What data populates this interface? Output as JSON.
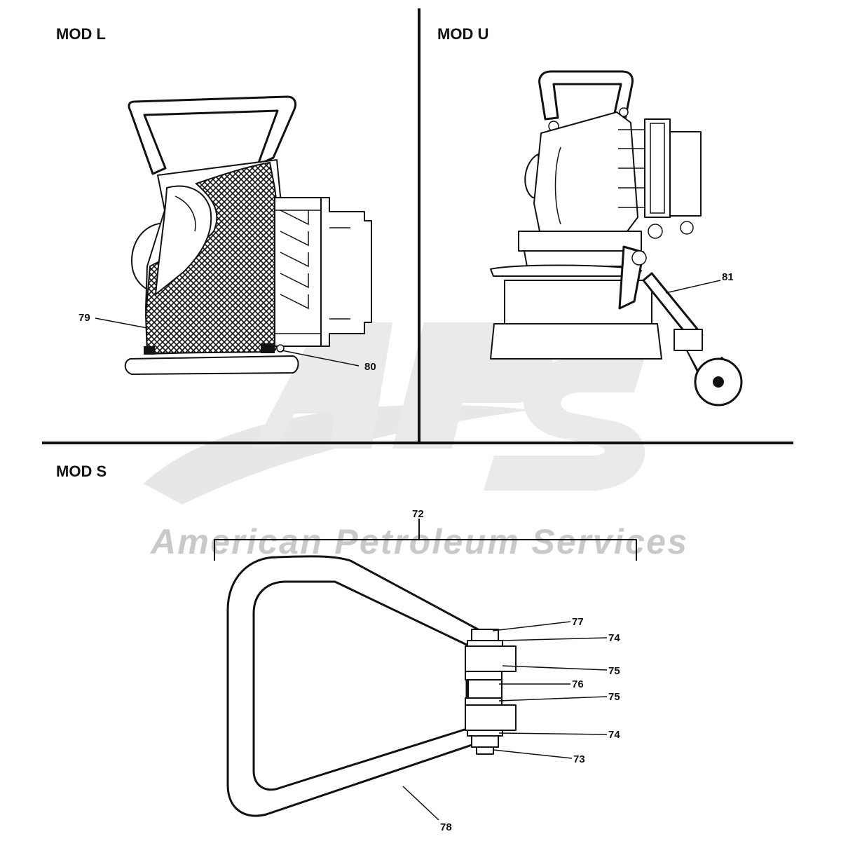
{
  "sections": {
    "mod_l": {
      "title": "MOD L"
    },
    "mod_u": {
      "title": "MOD U"
    },
    "mod_s": {
      "title": "MOD S"
    }
  },
  "callouts": {
    "c79": "79",
    "c80": "80",
    "c81": "81",
    "c72": "72",
    "c77": "77",
    "c74a": "74",
    "c75a": "75",
    "c76": "76",
    "c75b": "75",
    "c74b": "74",
    "c73": "73",
    "c78": "78"
  },
  "watermark": {
    "logo": "APS",
    "text": "American Petroleum Services"
  },
  "colors": {
    "ink": "#111111",
    "watermark": "#c9c9c9",
    "background": "#ffffff"
  }
}
